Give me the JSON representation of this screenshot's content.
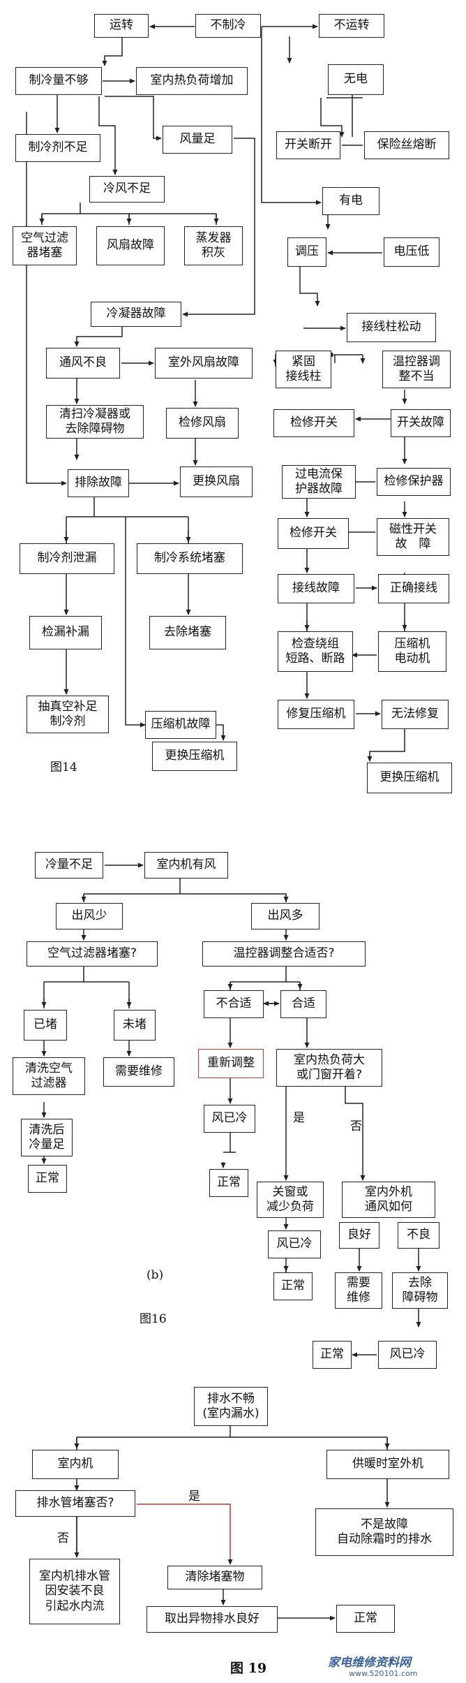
{
  "fig14": {
    "caption": "图14",
    "nodes": {
      "yunzhuan": "运转",
      "buzhileng": "不制冷",
      "buyunzhuan": "不运转",
      "zhilengliang_buzu": "制冷量不够",
      "shinei_re": "室内热负荷增加",
      "zhilengji_buzu": "制冷剂不足",
      "fengliangzu": "风量足",
      "lengfeng_buzu": "冷风不足",
      "kongqi_lvqi": "空气过滤\n器堵塞",
      "fengshan_guzhang": "风扇故障",
      "zhengfaqi": "蒸发器\n积灰",
      "lengningqi_guzhang": "冷凝器故障",
      "tongfeng_buliang": "通风不良",
      "shiwai_fengshan": "室外风扇故障",
      "qingsao": "清扫冷凝器或\n去除障碍物",
      "jianxiu_fengshan": "检修风扇",
      "paichu_guzhang": "排除故障",
      "genghuan_fengshan": "更换风扇",
      "zhilengji_xielou": "制冷剂泄漏",
      "xitong_dusai": "制冷系统堵塞",
      "jianlou_bulou": "检漏补漏",
      "quchu_dusai": "去除堵塞",
      "chouzhenkong": "抽真空补足\n制冷剂",
      "yasuoji_guzhang": "压缩机故障",
      "genghuan_yasuoji": "更换压缩机",
      "wudian": "无电",
      "kaiguan_duankai": "开关断开",
      "baoxiansi": "保险丝熔断",
      "youdian": "有电",
      "tiaoya": "调压",
      "dianyadi": "电压低",
      "jiexianzhu_songdong": "接线柱松动",
      "jingu_jiexianzhu": "紧固\n接线柱",
      "wenkongqi_tiaozheng": "温控器调\n整不当",
      "jianxiu_kaiguan1": "检修开关",
      "kaiguan_guzhang": "开关故障",
      "guodianliu": "过电流保\n护器故障",
      "jianxiu_baohuqi": "检修保护器",
      "jianxiu_kaiguan2": "检修开关",
      "cixing_kaiguan": "磁性开关\n故　障",
      "jiexian_guzhang": "接线故障",
      "zhengque_jiexian": "正确接线",
      "jiancha_raozu": "检查绕组\n短路、断路",
      "yasuoji_diandongji": "压缩机\n电动机",
      "xiufu_yasuoji": "修复压缩机",
      "wufa_xiufu": "无法修复",
      "genghuan_yasuoji2": "更换压缩机"
    }
  },
  "fig16": {
    "caption": "图16",
    "sub_caption": "(b)",
    "nodes": {
      "lengliang_buzu": "冷量不足",
      "shineiji_youfeng": "室内机有风",
      "chufeng_shao": "出风少",
      "chufeng_duo": "出风多",
      "kongqi_dusai_q": "空气过滤器堵塞?",
      "wenkongqi_q": "温控器调整合适否?",
      "yidu": "已堵",
      "weidu": "未堵",
      "buheshi": "不合适",
      "heshi": "合适",
      "qingxi_kongqi": "清洗空气\n过滤器",
      "xuyao_weixiu": "需要维修",
      "chongxin_tiaozheng": "重新调整",
      "rehe_da": "室内热负荷大\n或门窗开着?",
      "qingxi_hou": "清洗后\n冷量足",
      "fengyileng1": "风已冷",
      "guanchuang": "关窗或\n减少负荷",
      "shineiwai_tongfeng": "室内外机\n通风如何",
      "zhengchang1": "正常",
      "zhengchang2": "正常",
      "fengyileng2": "风已冷",
      "lianghao": "良好",
      "buliang": "不良",
      "zhengchang3": "正常",
      "xuyao_weixiu2": "需要\n维修",
      "quchu_zhangai": "去除\n障碍物",
      "zhengchang4": "正常",
      "fengyileng3": "风已冷"
    },
    "labels": {
      "shi": "是",
      "fou": "否"
    }
  },
  "fig19": {
    "caption": "图 19",
    "nodes": {
      "paishui_buchang": "排水不畅\n(室内漏水)",
      "shineiji": "室内机",
      "gongnuan": "供暖时室外机",
      "paishuiguan_q": "排水管堵塞否?",
      "bushi_guzhang": "不是故障\n自动除霜时的排水",
      "anzhuang_buliang": "室内机排水管\n因安装不良\n引起水内流",
      "qingchu_dusaiwu": "清除堵塞物",
      "quchu_yiwu": "取出异物排水良好",
      "zhengchang": "正常"
    },
    "labels": {
      "shi": "是",
      "fou": "否"
    }
  },
  "watermark": {
    "main": "家电维修资料网",
    "url": "www.520101.com"
  }
}
